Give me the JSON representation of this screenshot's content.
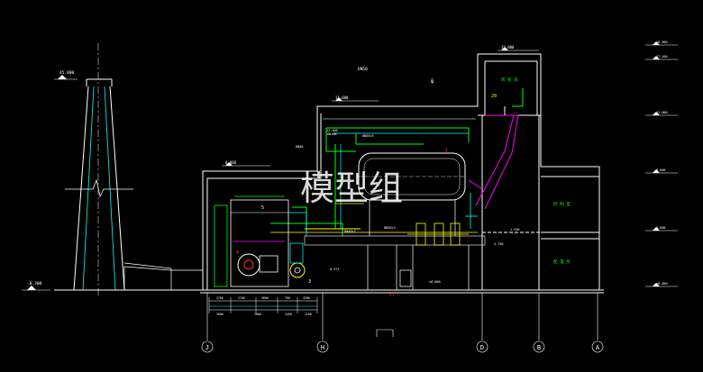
{
  "watermark": "模型组",
  "labels": {
    "top_center": "DN50",
    "room_top": "风 机 房",
    "room_mid": "控 制 室",
    "room_low": "配 电 房",
    "item_20": "20",
    "item_5": "5",
    "item_1": "1",
    "item_3": "3",
    "item_4": "4",
    "item_21": "21",
    "pipe_a": "DN65×5",
    "pipe_b": "DN40×3",
    "pipe_c": "DN50×3",
    "pipe_d": "DN80",
    "pipe_e": "DN100"
  },
  "elevations": {
    "chimney_top": "45.000",
    "ground_left": "-0.300",
    "roof_low": "8.000",
    "roof_mid": "11.000",
    "roof_tower": "15.000",
    "mezz_right": "4.800",
    "level_center": "4.750",
    "base_center": "±0.000",
    "level_small": "0.972",
    "level_small2": "1.250",
    "right_1": "18.900",
    "right_2": "17.100",
    "right_3": "12.000",
    "right_4": "8.000",
    "right_5": "4.800",
    "right_6": "±0.000",
    "mid_tag": "12.100"
  },
  "dimensions": [
    "2700",
    "2700",
    "3000",
    "700",
    "3300",
    "3000",
    "1800",
    "1450",
    "2100"
  ],
  "axes": [
    "J",
    "H",
    "D",
    "B",
    "A"
  ],
  "colors": {
    "background": "#000000",
    "wall": "#ffffff",
    "cyan": "#00ffff",
    "green": "#00ff00",
    "yellow": "#ffff00",
    "magenta": "#ff00ff",
    "red": "#ff3030",
    "watermark": "#ffffff"
  }
}
